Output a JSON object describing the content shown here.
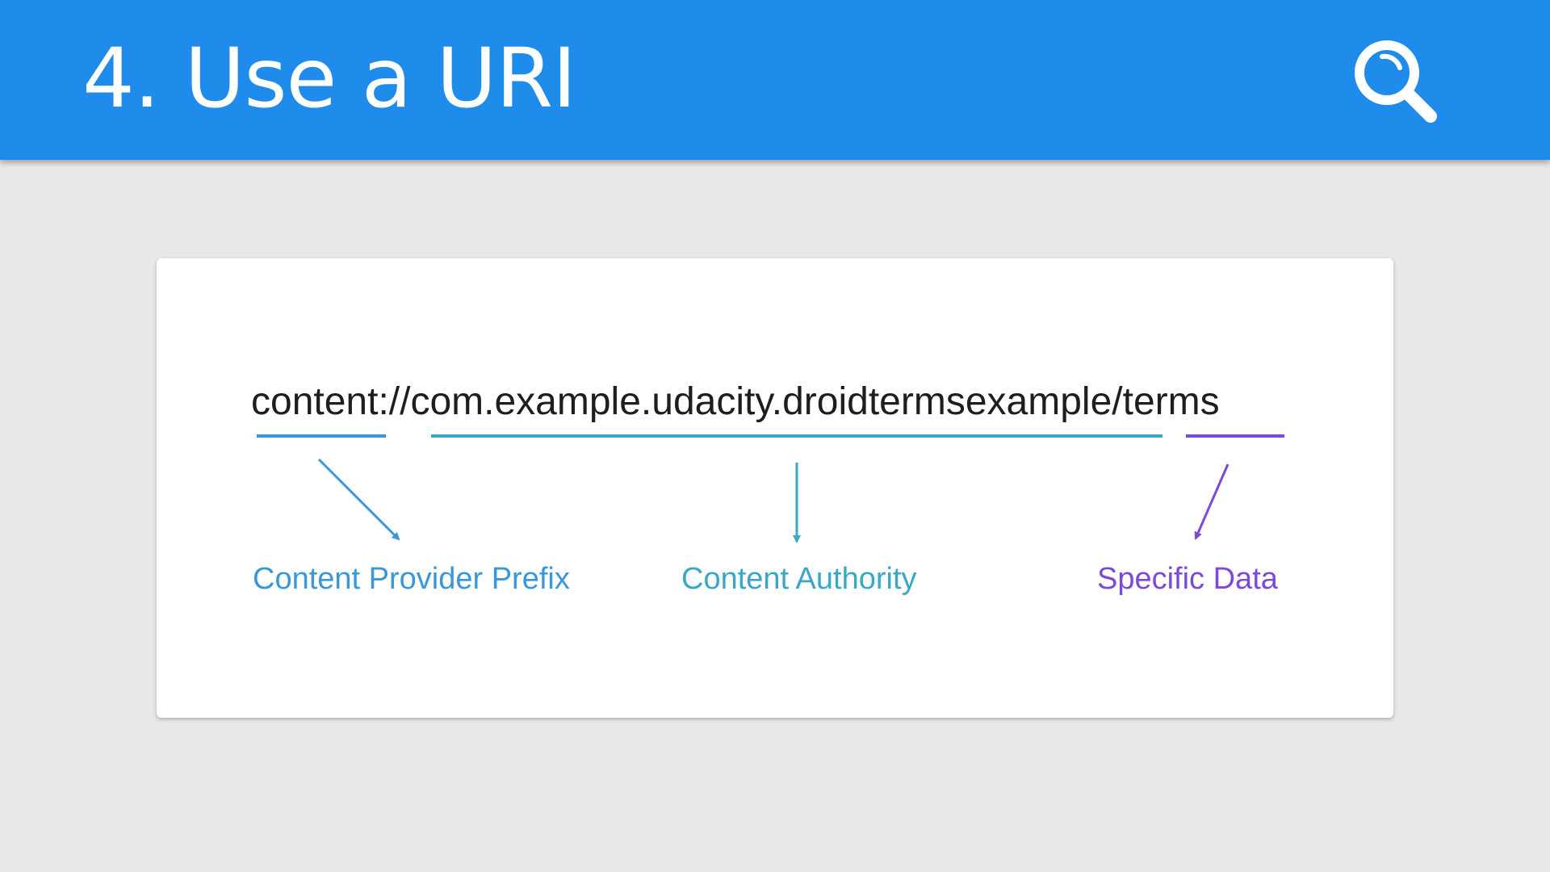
{
  "header": {
    "title": "4. Use a URI",
    "icon": "search-icon",
    "background_color": "#1f8beb"
  },
  "diagram": {
    "uri": "content://com.example.udacity.droidtermsexample/terms",
    "parts": [
      {
        "label": "Content Provider Prefix",
        "color": "#3a98d8"
      },
      {
        "label": "Content Authority",
        "color": "#3aa7c6"
      },
      {
        "label": "Specific Data",
        "color": "#7d49dc"
      }
    ]
  }
}
